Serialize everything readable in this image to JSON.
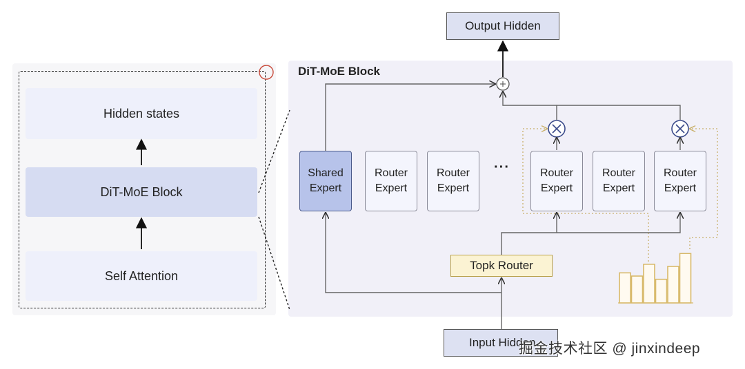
{
  "left_panel": {
    "hidden_states": "Hidden states",
    "dit_moe_block": "DiT-MoE Block",
    "self_attention": "Self  Attention"
  },
  "right_panel": {
    "title": "DiT-MoE Block",
    "output_hidden": "Output Hidden",
    "input_hidden": "Input Hidden",
    "topk_router": "Topk Router",
    "ellipsis": "···",
    "experts": [
      {
        "line1": "Shared",
        "line2": "Expert"
      },
      {
        "line1": "Router",
        "line2": "Expert"
      },
      {
        "line1": "Router",
        "line2": "Expert"
      },
      {
        "line1": "Router",
        "line2": "Expert"
      },
      {
        "line1": "Router",
        "line2": "Expert"
      },
      {
        "line1": "Router",
        "line2": "Expert"
      }
    ],
    "router_weights": [
      0.56,
      0.5,
      0.72,
      0.44,
      0.68,
      0.92
    ]
  },
  "watermark": "掘金技术社区 @ jinxindeep",
  "colors": {
    "shared_expert_fill": "#b7c3ea",
    "router_fill": "#fbf3d3",
    "router_bars": "#d8b96a",
    "multiply_node": "#3a4a8a"
  }
}
